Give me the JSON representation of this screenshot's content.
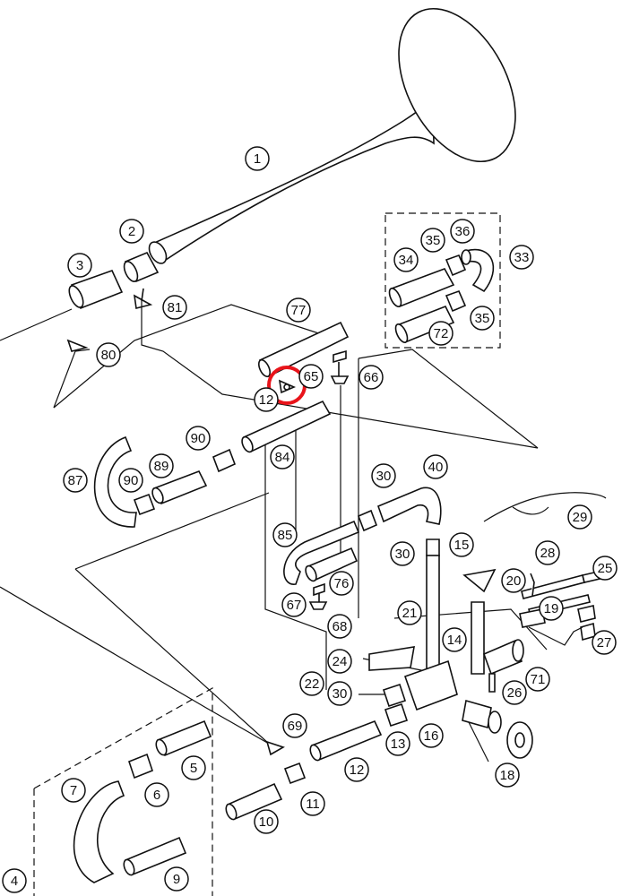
{
  "diagram": {
    "highlight_color": "#e8141b",
    "callouts": [
      {
        "id": "c1",
        "text": "1"
      },
      {
        "id": "c2",
        "text": "2"
      },
      {
        "id": "c3",
        "text": "3"
      },
      {
        "id": "c4",
        "text": "4"
      },
      {
        "id": "c5",
        "text": "5"
      },
      {
        "id": "c6",
        "text": "6"
      },
      {
        "id": "c7",
        "text": "7"
      },
      {
        "id": "c9",
        "text": "9"
      },
      {
        "id": "c10",
        "text": "10"
      },
      {
        "id": "c11",
        "text": "11"
      },
      {
        "id": "c12",
        "text": "12"
      },
      {
        "id": "c12b",
        "text": "12"
      },
      {
        "id": "c13",
        "text": "13"
      },
      {
        "id": "c14",
        "text": "14"
      },
      {
        "id": "c15",
        "text": "15"
      },
      {
        "id": "c16",
        "text": "16"
      },
      {
        "id": "c18",
        "text": "18"
      },
      {
        "id": "c19",
        "text": "19"
      },
      {
        "id": "c20",
        "text": "20"
      },
      {
        "id": "c21",
        "text": "21"
      },
      {
        "id": "c22",
        "text": "22"
      },
      {
        "id": "c24",
        "text": "24"
      },
      {
        "id": "c25",
        "text": "25"
      },
      {
        "id": "c26",
        "text": "26"
      },
      {
        "id": "c27",
        "text": "27"
      },
      {
        "id": "c28",
        "text": "28"
      },
      {
        "id": "c29",
        "text": "29"
      },
      {
        "id": "c30a",
        "text": "30"
      },
      {
        "id": "c30b",
        "text": "30"
      },
      {
        "id": "c30c",
        "text": "30"
      },
      {
        "id": "c33",
        "text": "33"
      },
      {
        "id": "c34",
        "text": "34"
      },
      {
        "id": "c35a",
        "text": "35"
      },
      {
        "id": "c35b",
        "text": "35"
      },
      {
        "id": "c36",
        "text": "36"
      },
      {
        "id": "c40",
        "text": "40"
      },
      {
        "id": "c65",
        "text": "65"
      },
      {
        "id": "c66",
        "text": "66"
      },
      {
        "id": "c67",
        "text": "67"
      },
      {
        "id": "c68",
        "text": "68"
      },
      {
        "id": "c69",
        "text": "69"
      },
      {
        "id": "c71",
        "text": "71"
      },
      {
        "id": "c72",
        "text": "72"
      },
      {
        "id": "c76",
        "text": "76"
      },
      {
        "id": "c77",
        "text": "77"
      },
      {
        "id": "c80",
        "text": "80"
      },
      {
        "id": "c81",
        "text": "81"
      },
      {
        "id": "c84",
        "text": "84"
      },
      {
        "id": "c85",
        "text": "85"
      },
      {
        "id": "c87",
        "text": "87"
      },
      {
        "id": "c89",
        "text": "89"
      },
      {
        "id": "c90a",
        "text": "90"
      },
      {
        "id": "c90b",
        "text": "90"
      }
    ]
  }
}
